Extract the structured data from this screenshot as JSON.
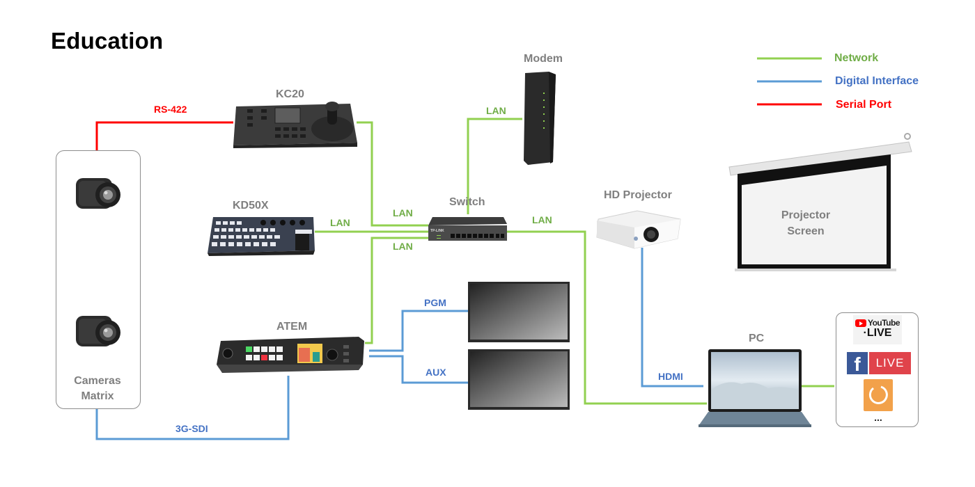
{
  "title": "Education",
  "legend": [
    {
      "label": "Network",
      "color": "#92d050",
      "text_color": "#70ad47"
    },
    {
      "label": "Digital Interface",
      "color": "#5b9bd5",
      "text_color": "#4472c4"
    },
    {
      "label": "Serial Port",
      "color": "#ff0000",
      "text_color": "#ff0000"
    }
  ],
  "devices": {
    "kc20": "KC20",
    "modem": "Modem",
    "kd50x": "KD50X",
    "switch": "Switch",
    "hd_projector": "HD Projector",
    "projector_screen_line1": "Projector",
    "projector_screen_line2": "Screen",
    "atem": "ATEM",
    "pc": "PC",
    "cameras_line1": "Cameras",
    "cameras_line2": "Matrix",
    "switch_brand": "TP-LINK"
  },
  "connections": {
    "rs422": "RS-422",
    "lan_modem": "LAN",
    "lan_kc20": "LAN",
    "lan_kd50x": "LAN",
    "lan_atem": "LAN",
    "lan_pc": "LAN",
    "pgm": "PGM",
    "aux": "AUX",
    "hdmi": "HDMI",
    "sdi": "3G-SDI"
  },
  "platforms": {
    "youtube_top": "YouTube",
    "youtube_bottom": "·LIVE",
    "facebook_f": "f",
    "facebook_live": "LIVE",
    "more": "..."
  },
  "colors": {
    "network": "#92d050",
    "digital": "#5b9bd5",
    "serial": "#ff0000"
  }
}
